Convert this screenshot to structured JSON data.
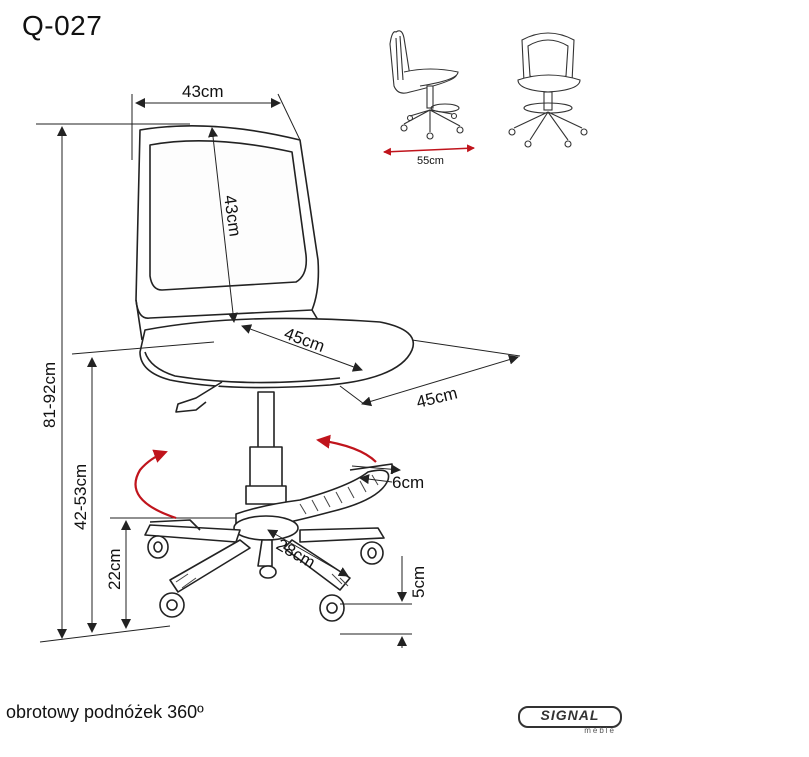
{
  "title": "Q-027",
  "caption": "obrotowy podnóżek 360º",
  "logo": {
    "brand": "SIGNAL",
    "sub": "meble"
  },
  "dimensions": {
    "backrest_width": "43cm",
    "backrest_height": "43cm",
    "seat_depth": "45cm",
    "seat_width": "45cm",
    "total_height": "81-92cm",
    "seat_height": "42-53cm",
    "footrest_height": "22cm",
    "footrest_width": "6cm",
    "footrest_radius": "28cm",
    "wheel_height": "5cm",
    "base_width": "55cm"
  },
  "colors": {
    "arrow": "#c0141c",
    "line": "#222222"
  }
}
